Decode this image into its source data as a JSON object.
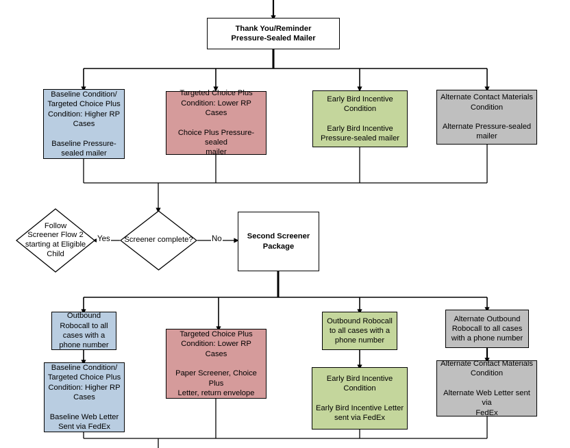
{
  "diagram": {
    "title": "Screener Flow - Thank You/Reminder Mailer Branch",
    "palette": {
      "blue": "#b9cde1",
      "pink": "#d59b9b",
      "green": "#c4d69c",
      "gray": "#bfbfbf",
      "white": "#ffffff",
      "line": "#000000"
    }
  },
  "nodes": {
    "thank_you_mailer": "Thank You/Reminder\nPressure-Sealed Mailer",
    "baseline_mailer": "Baseline Condition/\nTargeted Choice Plus\nCondition: Higher RP\nCases\n\nBaseline Pressure-\nsealed mailer",
    "choice_plus_mailer": "Targeted Choice Plus\nCondition: Lower RP Cases\n\nChoice Plus Pressure-sealed\nmailer",
    "early_bird_mailer": "Early Bird Incentive\nCondition\n\nEarly Bird Incentive\nPressure-sealed mailer",
    "alternate_mailer": "Alternate Contact Materials\nCondition\n\nAlternate Pressure-sealed\nmailer",
    "follow_screener_flow_2": "Follow\nScreener Flow 2\nstarting at Eligible\nChild",
    "screener_complete": "Screener complete?",
    "second_screener_package": "Second Screener\nPackage",
    "outbound_robocall_baseline": "Outbound\nRobocall to all\ncases with a\nphone number",
    "baseline_web_letter": "Baseline Condition/\nTargeted Choice Plus\nCondition: Higher RP\nCases\n\nBaseline Web Letter\nSent via FedEx",
    "choice_plus_paper": "Targeted Choice Plus\nCondition: Lower RP Cases\n\nPaper Screener, Choice Plus\nLetter, return envelope",
    "outbound_robocall_early_bird": "Outbound Robocall\nto all cases with a\nphone number",
    "early_bird_letter": "Early Bird Incentive\nCondition\n\nEarly Bird Incentive Letter\nsent via FedEx",
    "alternate_outbound_robocall": "Alternate Outbound\nRobocall to all cases\nwith a phone number",
    "alternate_web_letter": "Alternate Contact Materials\nCondition\n\nAlternate Web Letter sent via\nFedEx"
  },
  "edge_labels": {
    "yes": "Yes",
    "no": "No"
  }
}
